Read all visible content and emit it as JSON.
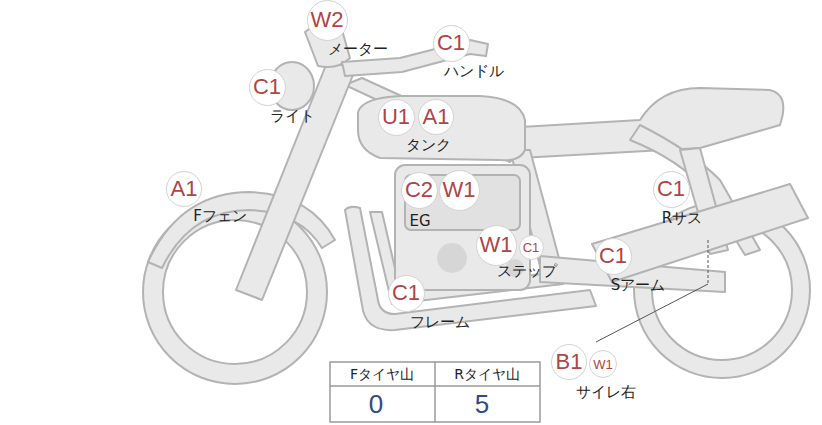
{
  "diagram": {
    "nodes": [
      {
        "text": [
          "W2"
        ]
      },
      {
        "text": [
          "C1"
        ]
      },
      {
        "text": [
          "C1"
        ]
      },
      {
        "text": [
          "U1"
        ]
      },
      {
        "text": [
          "A1"
        ]
      },
      {
        "text": [
          "A1"
        ]
      },
      {
        "text": [
          "C1"
        ]
      },
      {
        "text": [
          "C2"
        ]
      },
      {
        "text": [
          "W1"
        ]
      },
      {
        "text": [
          "W1"
        ]
      },
      {
        "text": [
          "C1"
        ]
      },
      {
        "text": [
          "C1"
        ]
      },
      {
        "text": [
          "C1"
        ]
      },
      {
        "text": [
          "B1"
        ]
      },
      {
        "text": [
          "W1"
        ]
      }
    ],
    "labels": [
      "メーター",
      "ハンドル",
      "ライト",
      "タンク",
      "Fフェン",
      "Rサス",
      "EG",
      "ステップ",
      "Sアーム",
      "フレーム",
      "サイレ右",
      "Fタイヤ山",
      "Rタイヤ山",
      "0",
      "5"
    ]
  }
}
